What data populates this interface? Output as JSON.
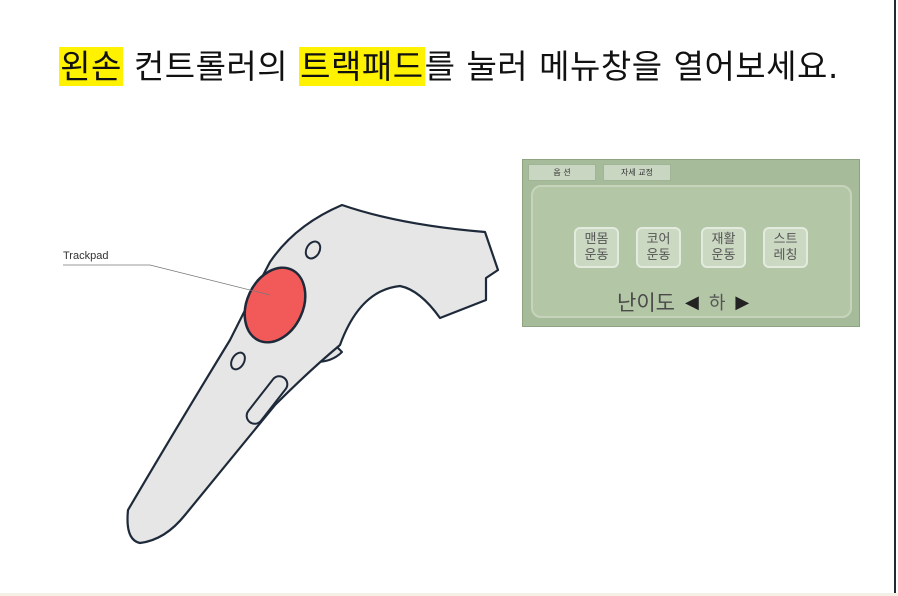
{
  "instruction": {
    "prefix_highlight": "왼손",
    "middle": " 컨트롤러의 ",
    "trackpad_highlight": "트랙패드",
    "suffix": "를 눌러 메뉴창을 열어보세요."
  },
  "controller": {
    "trackpad_label": "Trackpad",
    "trackpad_color": "#f25a5a"
  },
  "menu": {
    "tabs": [
      "옵 션",
      "자세 교정"
    ],
    "exercise_buttons": [
      {
        "line1": "맨몸",
        "line2": "운동"
      },
      {
        "line1": "코어",
        "line2": "운동"
      },
      {
        "line1": "재활",
        "line2": "운동"
      },
      {
        "line1": "스트",
        "line2": "레칭"
      }
    ],
    "difficulty_label": "난이도",
    "difficulty_value": "하",
    "panel_color": "#a6bb9a"
  }
}
